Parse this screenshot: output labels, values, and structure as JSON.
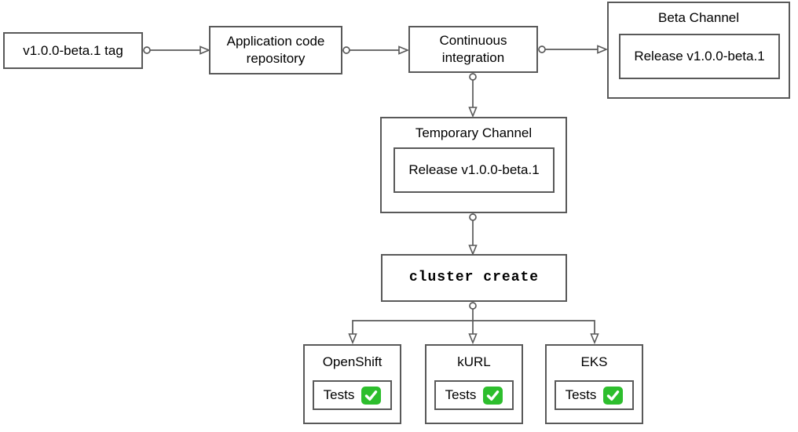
{
  "diagram": {
    "title": "Beta release pipeline flowchart",
    "colors": {
      "stroke": "#595959",
      "text": "#000000",
      "background": "#ffffff",
      "check-green": "#2dbe2d",
      "check-mark": "#ffffff"
    },
    "nodes": {
      "tag": {
        "label": "v1.0.0-beta.1 tag"
      },
      "repo": {
        "label": "Application code repository"
      },
      "ci": {
        "label": "Continuous integration"
      },
      "beta_channel": {
        "title": "Beta Channel",
        "release_label": "Release v1.0.0-beta.1"
      },
      "temporary_channel": {
        "title": "Temporary Channel",
        "release_label": "Release v1.0.0-beta.1"
      },
      "cluster_create": {
        "label": "cluster create"
      },
      "openshift": {
        "title": "OpenShift",
        "tests_label": "Tests",
        "status_icon": "check-mark-icon"
      },
      "kurl": {
        "title": "kURL",
        "tests_label": "Tests",
        "status_icon": "check-mark-icon"
      },
      "eks": {
        "title": "EKS",
        "tests_label": "Tests",
        "status_icon": "check-mark-icon"
      }
    },
    "edges": [
      {
        "from": "tag",
        "to": "repo"
      },
      {
        "from": "repo",
        "to": "ci"
      },
      {
        "from": "ci",
        "to": "beta_channel"
      },
      {
        "from": "ci",
        "to": "temporary_channel"
      },
      {
        "from": "temporary_channel",
        "to": "cluster_create"
      },
      {
        "from": "cluster_create",
        "to": "openshift"
      },
      {
        "from": "cluster_create",
        "to": "kurl"
      },
      {
        "from": "cluster_create",
        "to": "eks"
      }
    ]
  }
}
